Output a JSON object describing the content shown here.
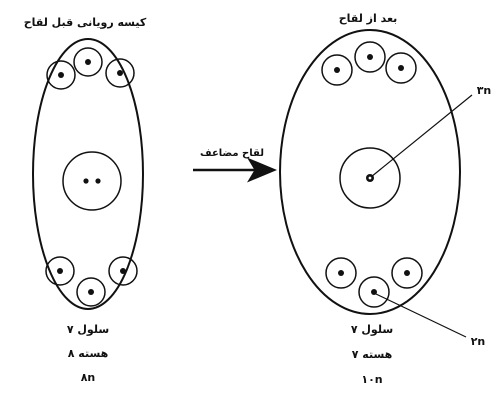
{
  "left_sac": {
    "title": "کیسه رویانی قبل لقاح",
    "lines": [
      "۷ سلول",
      "۸ هسته",
      "۸n"
    ]
  },
  "right_sac": {
    "title": "بعد از لقاح",
    "lines": [
      "۷ سلول",
      "۷ هسته",
      "۱۰n"
    ],
    "label_central": "۳n",
    "label_egg": "۲n"
  },
  "arrow": {
    "label": "لقاح مضاعف"
  }
}
